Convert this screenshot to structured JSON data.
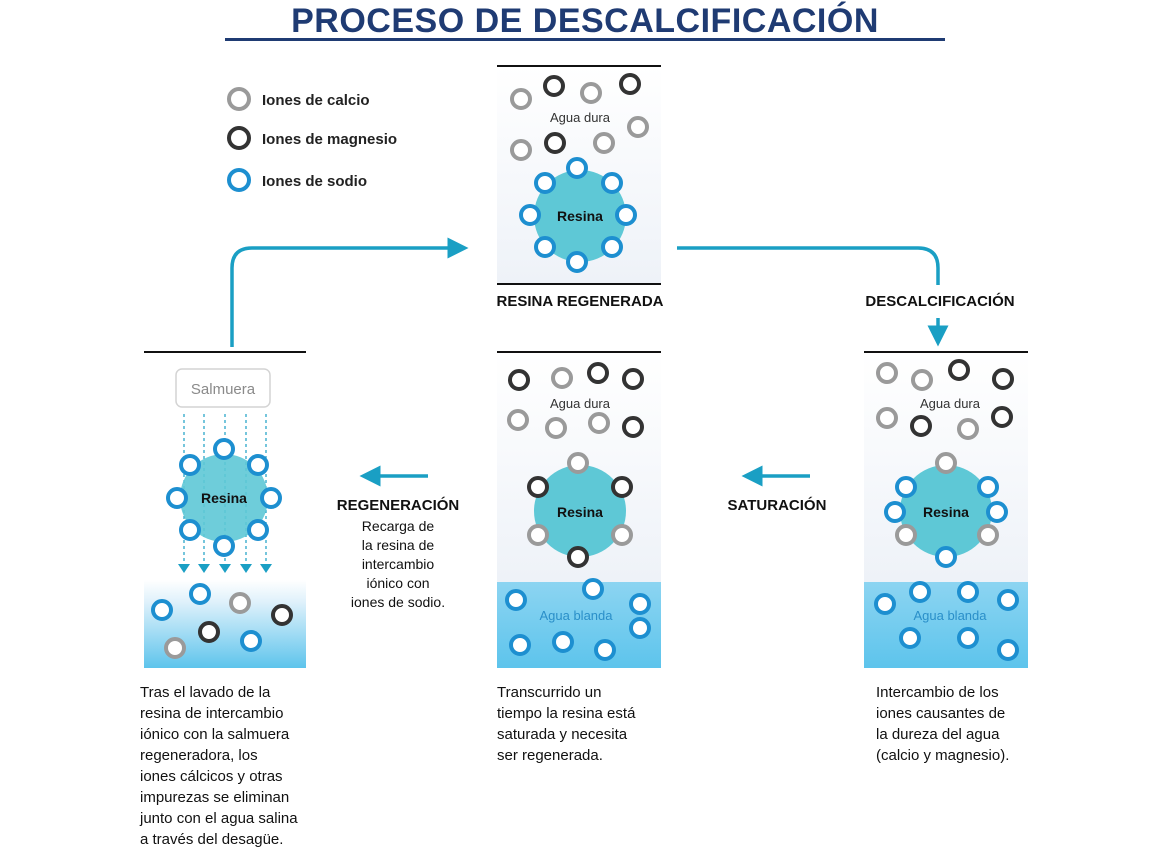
{
  "title": "PROCESO DE DESCALCIFICACIÓN",
  "legend": [
    {
      "label": "Iones de calcio",
      "color": "#9a9a9a"
    },
    {
      "label": "Iones de magnesio",
      "color": "#333333"
    },
    {
      "label": "Iones de sodio",
      "color": "#1d8fd0"
    }
  ],
  "labels": {
    "agua_dura": "Agua dura",
    "agua_blanda": "Agua blanda",
    "resina": "Resina",
    "salmuera": "Salmuera"
  },
  "stages": {
    "regenerada": "RESINA REGENERADA",
    "descalcificacion": "DESCALCIFICACIÓN",
    "saturacion": "SATURACIÓN",
    "regeneracion": "REGENERACIÓN",
    "regeneracion_desc": [
      "Recarga de",
      "la resina de",
      "intercambio",
      "iónico con",
      "iones de sodio."
    ]
  },
  "captions": {
    "left": [
      "Tras el lavado de la",
      "resina de intercambio",
      "iónico con la salmuera",
      "regeneradora, los",
      "iones cálcicos y otras",
      "impurezas se eliminan",
      "junto con el agua salina",
      "a través del desagüe."
    ],
    "middle": [
      "Transcurrido un",
      "tiempo la resina está",
      "saturada y necesita",
      "ser regenerada."
    ],
    "right": [
      "Intercambio de los",
      "iones causantes de",
      "la dureza del agua",
      "(calcio y magnesio)."
    ]
  },
  "colors": {
    "title": "#1f3b73",
    "arrow": "#1a9fc4",
    "resin": "#5ec8d6",
    "sodium": "#1d8fd0",
    "calcium": "#9a9a9a",
    "magnesium": "#333333"
  }
}
